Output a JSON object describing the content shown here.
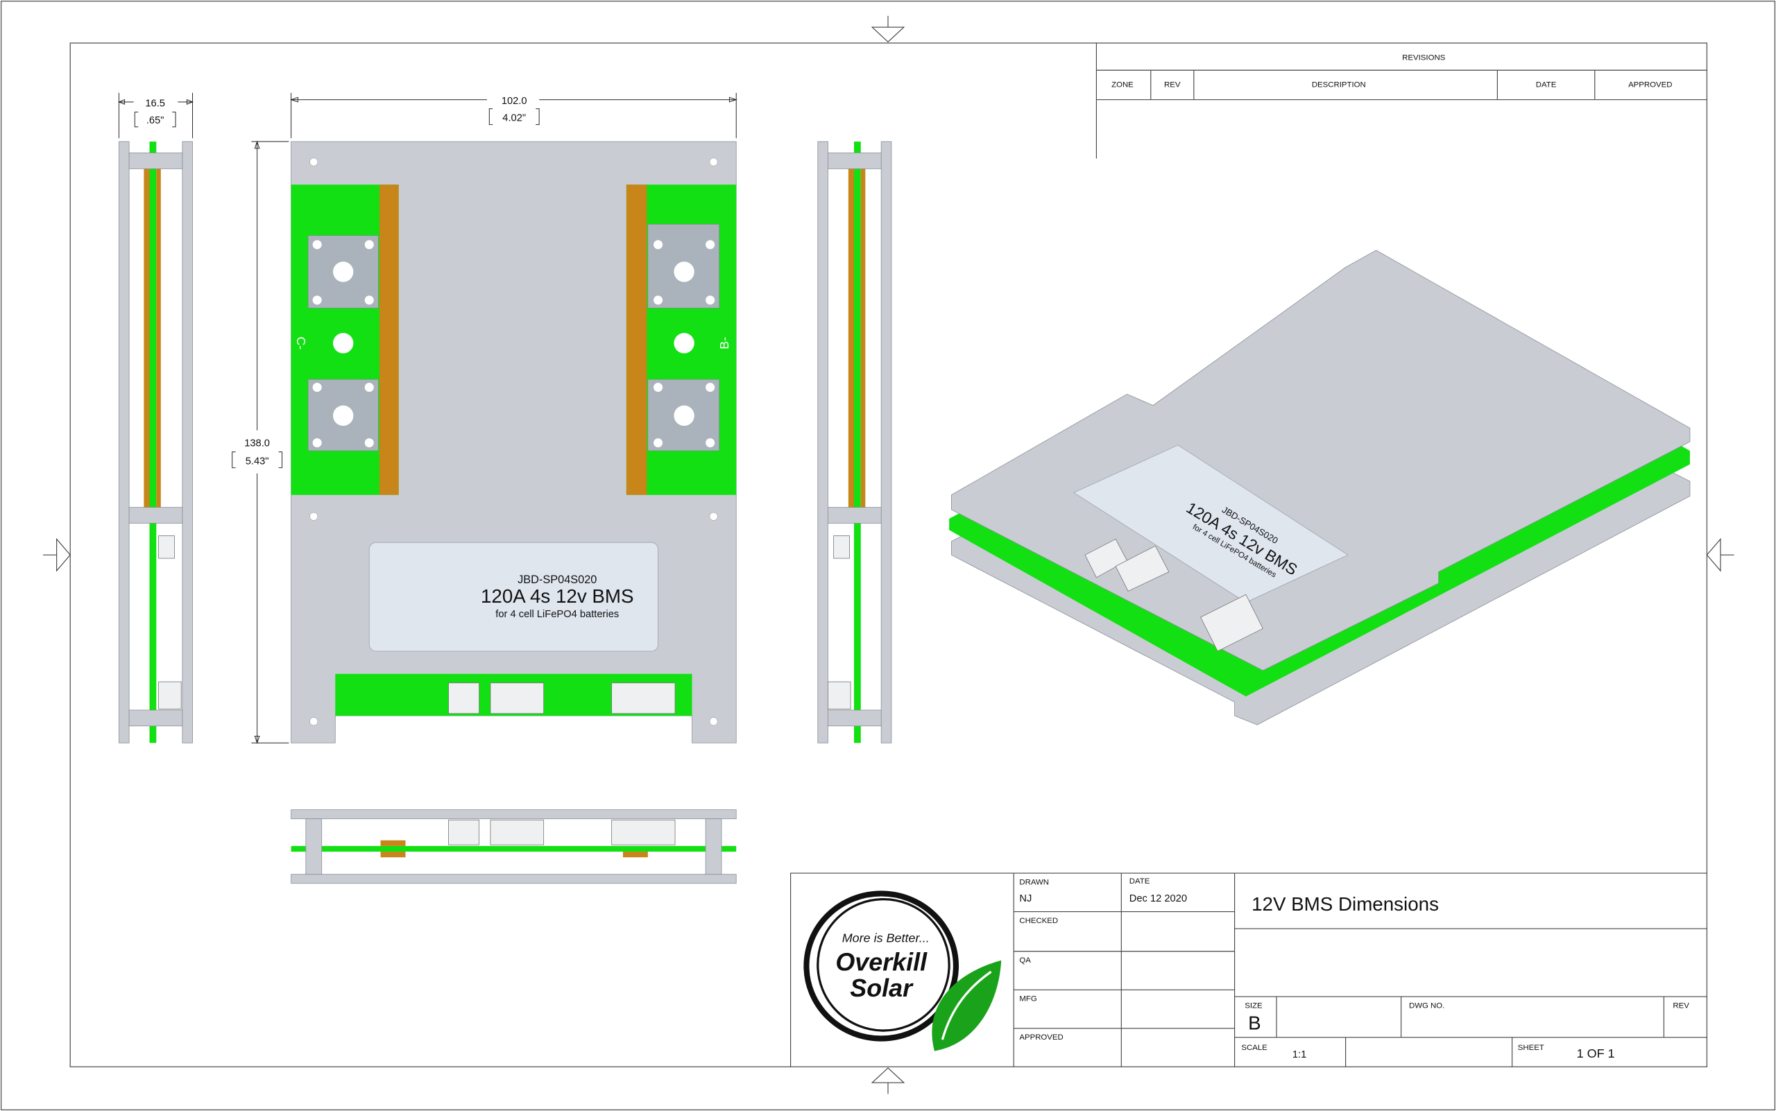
{
  "revisions": {
    "title": "REVISIONS",
    "columns": [
      "ZONE",
      "REV",
      "DESCRIPTION",
      "DATE",
      "APPROVED"
    ]
  },
  "dimensions": {
    "thickness_mm": "16.5",
    "thickness_in": ".65\"",
    "width_mm": "102.0",
    "width_in": "4.02\"",
    "height_mm": "138.0",
    "height_in": "5.43\""
  },
  "board_label": {
    "model": "JBD-SP04S020",
    "name": "120A 4s 12v BMS",
    "subtitle": "for 4 cell LiFePO4 batteries"
  },
  "terminals": {
    "left": "C-",
    "right": "B-"
  },
  "title_block": {
    "drawn_label": "DRAWN",
    "drawn_value": "NJ",
    "date_label": "DATE",
    "date_value": "Dec 12 2020",
    "checked_label": "CHECKED",
    "qa_label": "QA",
    "mfg_label": "MFG",
    "approved_label": "APPROVED",
    "title": "12V BMS Dimensions",
    "size_label": "SIZE",
    "size_value": "B",
    "dwg_label": "DWG NO.",
    "rev_label": "REV",
    "scale_label": "SCALE",
    "scale_value": "1:1",
    "sheet_label": "SHEET",
    "sheet_value": "1 OF 1"
  },
  "logo": {
    "tagline": "More is Better...",
    "line1": "Overkill",
    "line2": "Solar"
  },
  "colors": {
    "pcb": "#12e012",
    "copper": "#c8861a",
    "plate": "#c9cdd3",
    "leaf": "#1aa31a"
  }
}
